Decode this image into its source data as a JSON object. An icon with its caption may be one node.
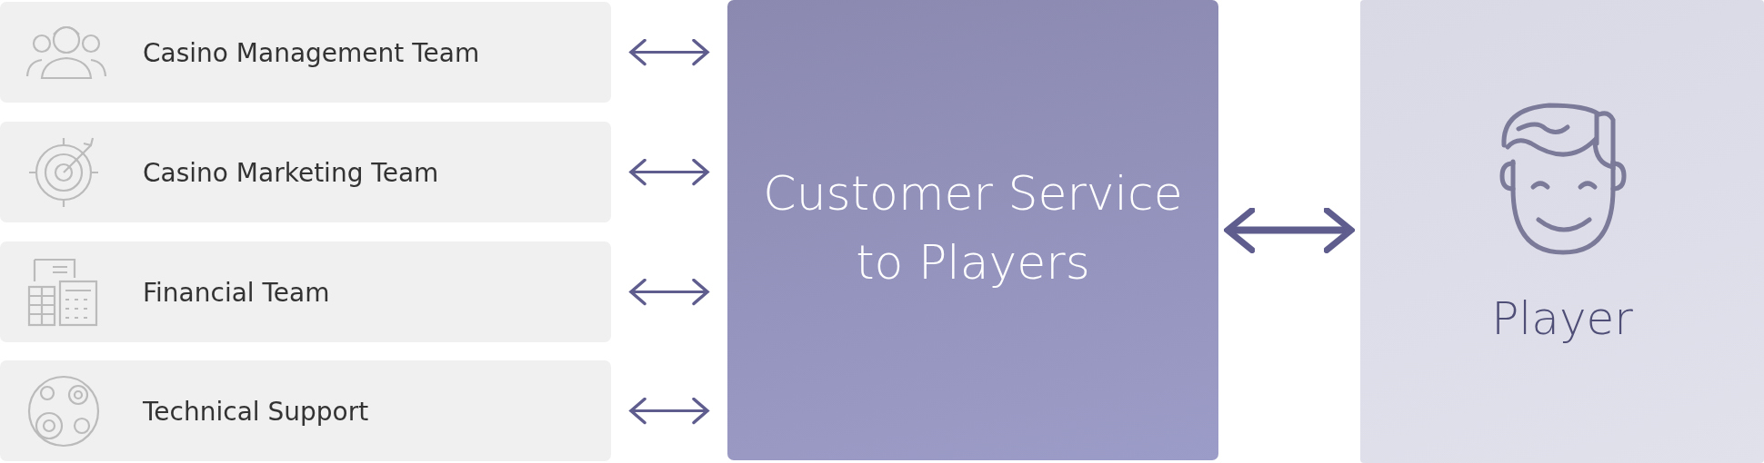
{
  "diagram": {
    "nodes": [
      {
        "text": [
          "Casino Management Team"
        ]
      },
      {
        "text": [
          "Casino Marketing Team"
        ]
      },
      {
        "text": [
          "Financial Team"
        ]
      },
      {
        "text": [
          "Technical Support"
        ]
      },
      {
        "text": [
          "Customer Service to Players"
        ]
      },
      {
        "text": [
          "Player"
        ]
      }
    ],
    "edges": [
      {
        "from": 0,
        "to": 4,
        "arrow": "both"
      },
      {
        "from": 1,
        "to": 4,
        "arrow": "both"
      },
      {
        "from": 2,
        "to": 4,
        "arrow": "both"
      },
      {
        "from": 3,
        "to": 4,
        "arrow": "both"
      },
      {
        "from": 4,
        "to": 5,
        "arrow": "both",
        "style": "thick"
      }
    ]
  }
}
